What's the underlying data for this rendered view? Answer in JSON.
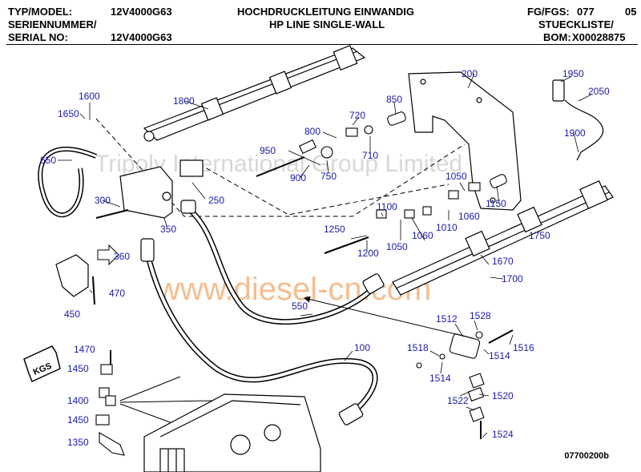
{
  "header": {
    "typ_model_label": "TYP/MODEL:",
    "typ_model_value": "12V4000G63",
    "serien_label": "SERIENNUMMER/",
    "serial_label": "SERIAL NO:",
    "serial_value": "12V4000G63",
    "title_de": "HOCHDRUCKLEITUNG EINWANDIG",
    "title_en": "HP LINE SINGLE-WALL",
    "fg_label": "FG/FGS:",
    "fg_value": "077",
    "fg_extra": "05",
    "stueckliste_label": "STUECKLISTE/",
    "bom_label": "BOM:",
    "bom_value": "X00028875"
  },
  "watermarks": {
    "company": "Tripoly International Group Limited",
    "website": "www.diesel-cn.com"
  },
  "kgs_label": "KGS",
  "figure_id": "07700200b",
  "callouts": {
    "c1600": "1600",
    "c1650": "1650",
    "c1800": "1800",
    "c650": "650",
    "c300": "300",
    "c250": "250",
    "c350": "350",
    "c360": "360",
    "c450": "450",
    "c470": "470",
    "c950": "950",
    "c900": "900",
    "c750": "750",
    "c800": "800",
    "c720": "720",
    "c710": "710",
    "c850": "850",
    "c200": "200",
    "c1950": "1950",
    "c2050": "2050",
    "c1900": "1900",
    "c1050a": "1050",
    "c1060a": "1060",
    "c1150": "1150",
    "c1100": "1100",
    "c1010": "1010",
    "c1060b": "1060",
    "c1050b": "1050",
    "c1250": "1250",
    "c1200": "1200",
    "c1750": "1750",
    "c1670": "1670",
    "c1700": "1700",
    "c550": "550",
    "c100": "100",
    "c1470": "1470",
    "c1450a": "1450",
    "c1400": "1400",
    "c1450b": "1450",
    "c1350": "1350",
    "c1512": "1512",
    "c1528": "1528",
    "c1518": "1518",
    "c1514a": "1514",
    "c1516": "1516",
    "c1514b": "1514",
    "c1522": "1522",
    "c1520": "1520",
    "c1524": "1524"
  }
}
